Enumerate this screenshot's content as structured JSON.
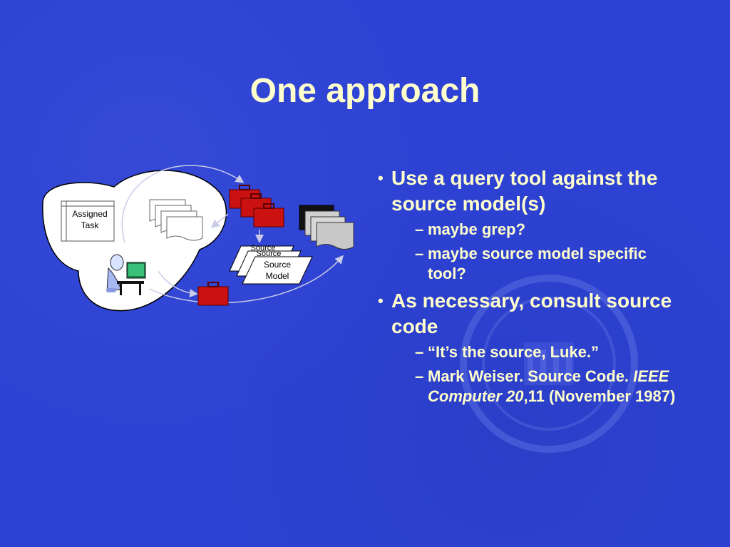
{
  "slide": {
    "title": "One approach"
  },
  "diagram": {
    "assigned_task_line1": "Assigned",
    "assigned_task_line2": "Task",
    "source_model_back1": "Source",
    "source_model_back2": "Source",
    "source_model_front_line1": "Source",
    "source_model_front_line2": "Model"
  },
  "bullets": [
    {
      "text": "Use a query tool against the source model(s)",
      "subs": [
        "maybe grep?",
        "maybe source model specific tool?"
      ]
    },
    {
      "text": "As necessary, consult source code",
      "sub1": "“It’s the source, Luke.”",
      "citation": {
        "author_title": "Mark Weiser. Source Code. ",
        "journal": "IEEE Computer 20",
        "rest": ",11 (November 1987)"
      }
    }
  ],
  "colors": {
    "background": "#2d42d4",
    "text": "#ffffcc",
    "toolbox": "#cc1111"
  }
}
